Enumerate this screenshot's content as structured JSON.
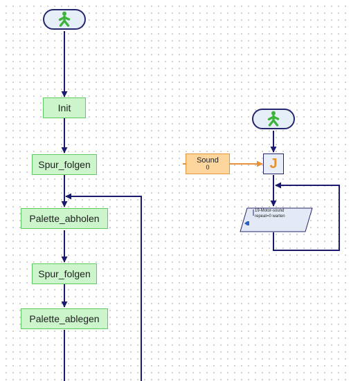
{
  "colors": {
    "program_line": "#1a1a6e",
    "data_line": "#e8913b",
    "subprogram_fill": "#ccf5cc",
    "subprogram_border": "#5fc85f",
    "constant_fill": "#fcd69c",
    "start_icon": "#3cb43c"
  },
  "left_flow": {
    "start_icon": "start-figure-icon",
    "blocks": [
      {
        "label": "Init"
      },
      {
        "label": "Spur_folgen"
      },
      {
        "label": "Palette_abholen"
      },
      {
        "label": "Spur_folgen"
      },
      {
        "label": "Palette_ablegen"
      }
    ]
  },
  "right_flow": {
    "start_icon": "start-figure-icon",
    "constant": {
      "label": "Sound",
      "value": "0"
    },
    "jump_symbol": "J",
    "sound_block": {
      "icon": "speaker-icon",
      "line1": "19-Motor-sound",
      "line2": "repeat=0 warten"
    }
  }
}
